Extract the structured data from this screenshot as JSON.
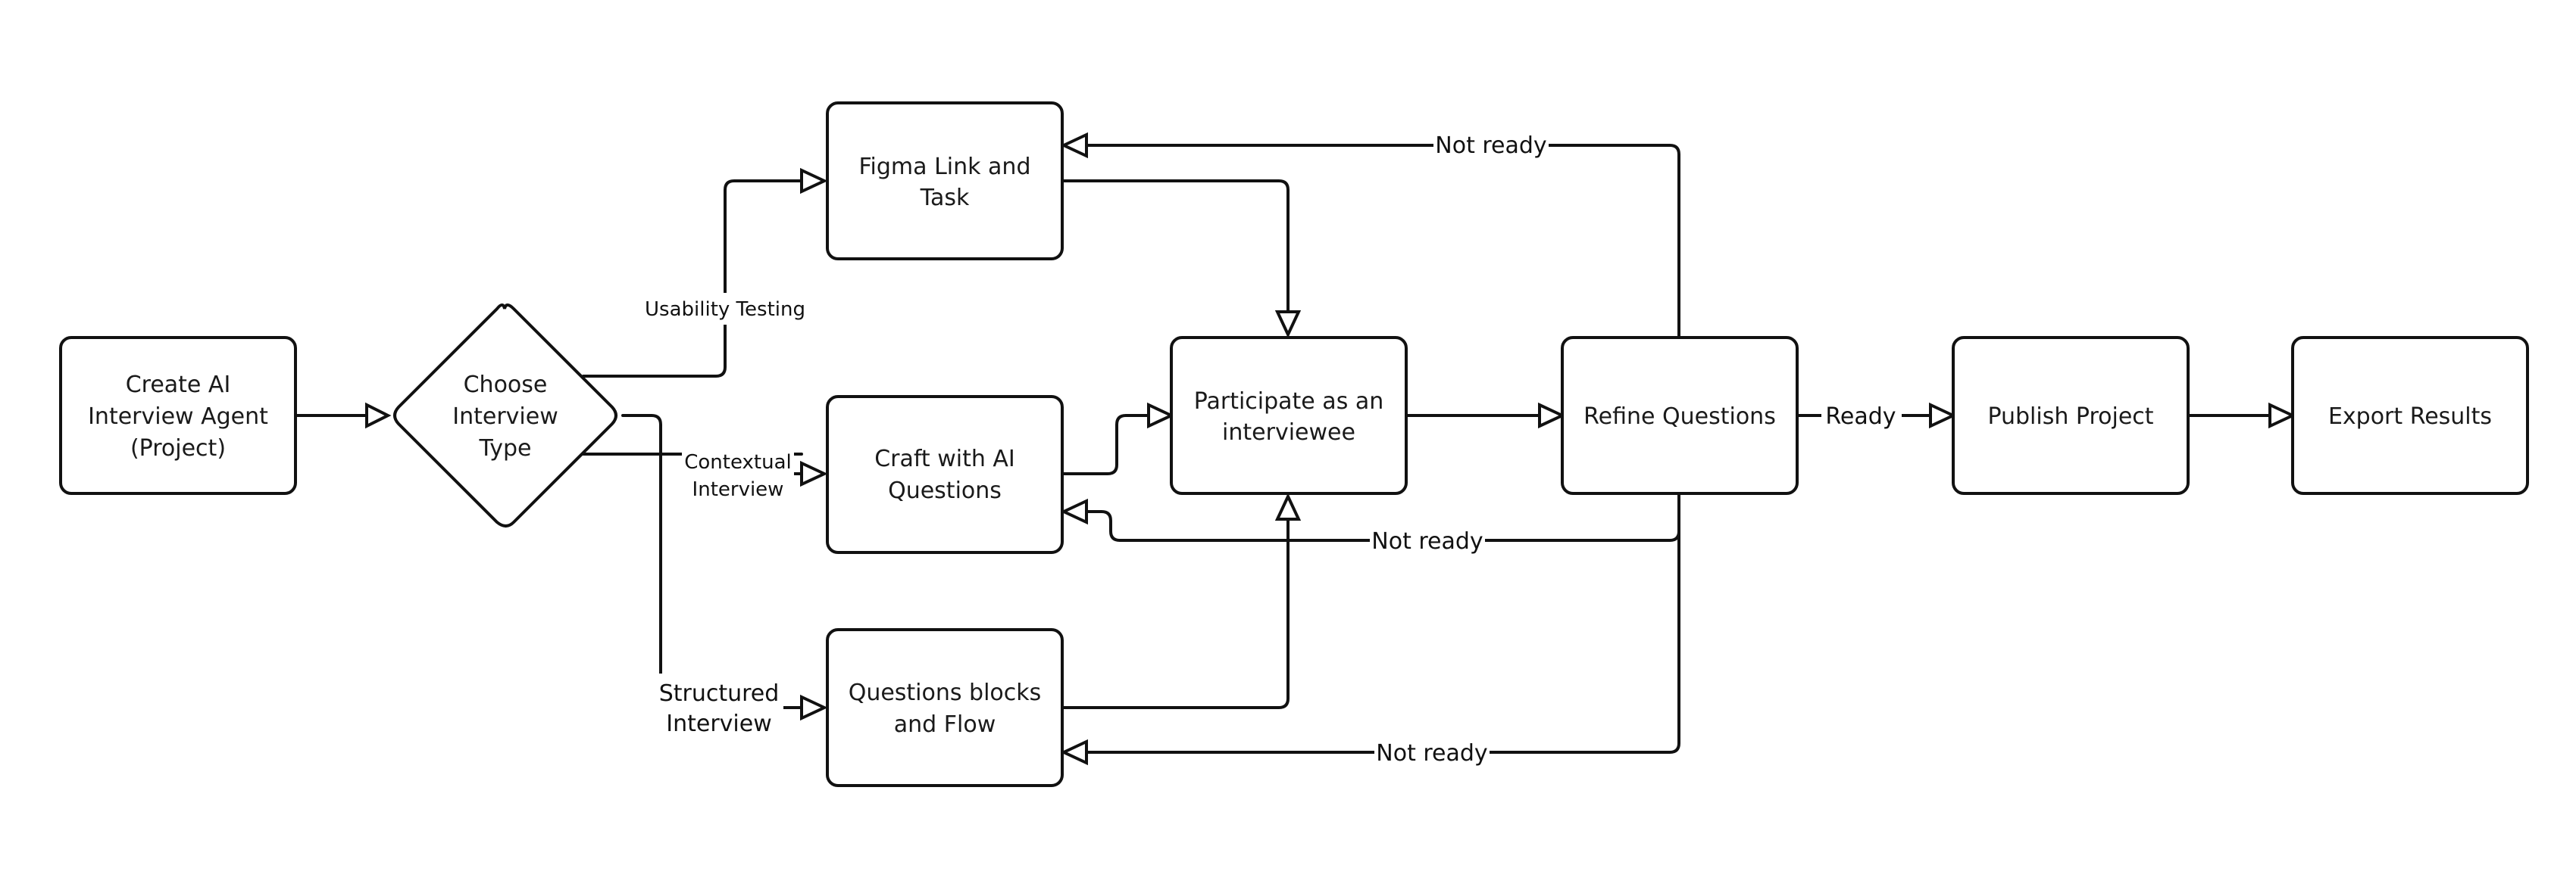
{
  "diagram": {
    "nodes": {
      "create_agent": [
        "Create AI",
        "Interview Agent",
        "(Project)"
      ],
      "choose_type": [
        "Choose",
        "Interview",
        "Type"
      ],
      "figma_task": [
        "Figma Link and",
        "Task"
      ],
      "craft_ai": [
        "Craft with AI",
        "Questions"
      ],
      "question_blocks": [
        "Questions blocks",
        "and Flow"
      ],
      "participate": [
        "Participate as an",
        "interviewee"
      ],
      "refine": [
        "Refine Questions"
      ],
      "publish": [
        "Publish Project"
      ],
      "export": [
        "Export Results"
      ]
    },
    "edge_labels": {
      "usability": "Usability Testing",
      "contextual": [
        "Contextual",
        "Interview"
      ],
      "structured": [
        "Structured",
        "Interview"
      ],
      "not_ready_top": "Not ready",
      "not_ready_middle": "Not ready",
      "not_ready_bottom": "Not ready",
      "ready": "Ready"
    }
  }
}
